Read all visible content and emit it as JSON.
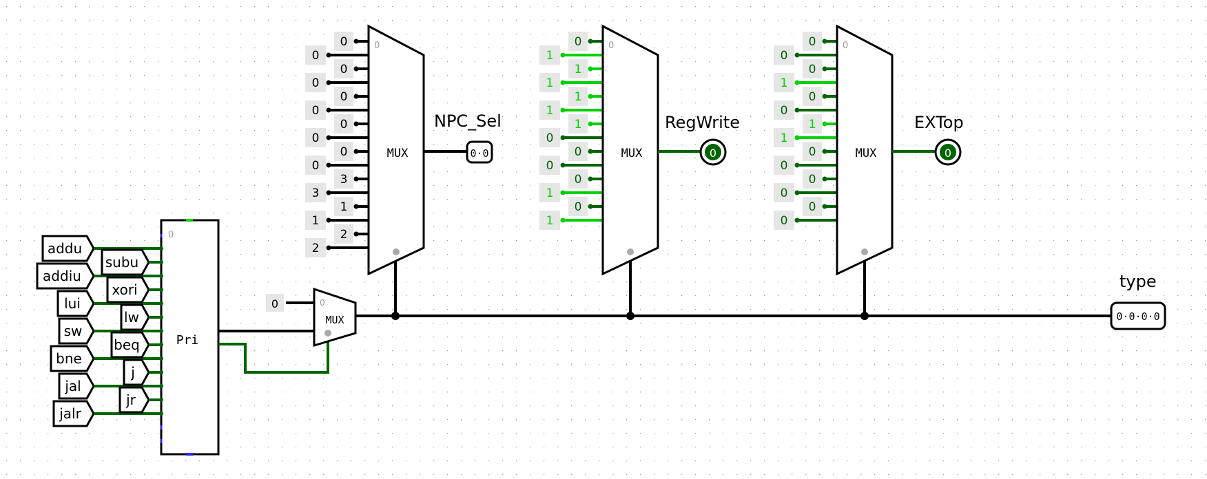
{
  "colors": {
    "wire_black": "#000000",
    "wire_dark_green": "#006400",
    "wire_bright_green": "#00d200",
    "const_bg": "#e6e6e6",
    "dot_grid": "#9a9a9a",
    "pin_blue": "#2a2aff"
  },
  "labels": {
    "npc_sel": "NPC_Sel",
    "reg_write": "RegWrite",
    "ext_op": "EXTop",
    "type": "type",
    "mux": "MUX",
    "priority": "Pri",
    "zero_marker": "0"
  },
  "outputs": {
    "npc_sel_value": "0·0",
    "reg_write_value": "0",
    "ext_op_value": "0",
    "type_value": "0·0·0·0"
  },
  "small_mux_const": "0",
  "instructions_left": [
    "addu",
    "addiu",
    "lui",
    "sw",
    "bne",
    "jal",
    "jalr"
  ],
  "instructions_right": [
    "subu",
    "xori",
    "lw",
    "beq",
    "j",
    "jr"
  ],
  "mux_npc": {
    "left_consts": [
      "0",
      "0",
      "0",
      "0",
      "0",
      "3",
      "1",
      "2"
    ],
    "right_consts": [
      "0",
      "0",
      "0",
      "0",
      "0",
      "3",
      "1",
      "2"
    ]
  },
  "mux_regwrite": {
    "left_consts": [
      "1",
      "1",
      "1",
      "0",
      "0",
      "1",
      "1"
    ],
    "right_consts": [
      "0",
      "1",
      "1",
      "1",
      "0",
      "0",
      "0"
    ]
  },
  "mux_extop": {
    "left_consts": [
      "0",
      "1",
      "0",
      "1",
      "0",
      "0",
      "0"
    ],
    "right_consts": [
      "0",
      "0",
      "0",
      "1",
      "0",
      "0",
      "0"
    ]
  }
}
